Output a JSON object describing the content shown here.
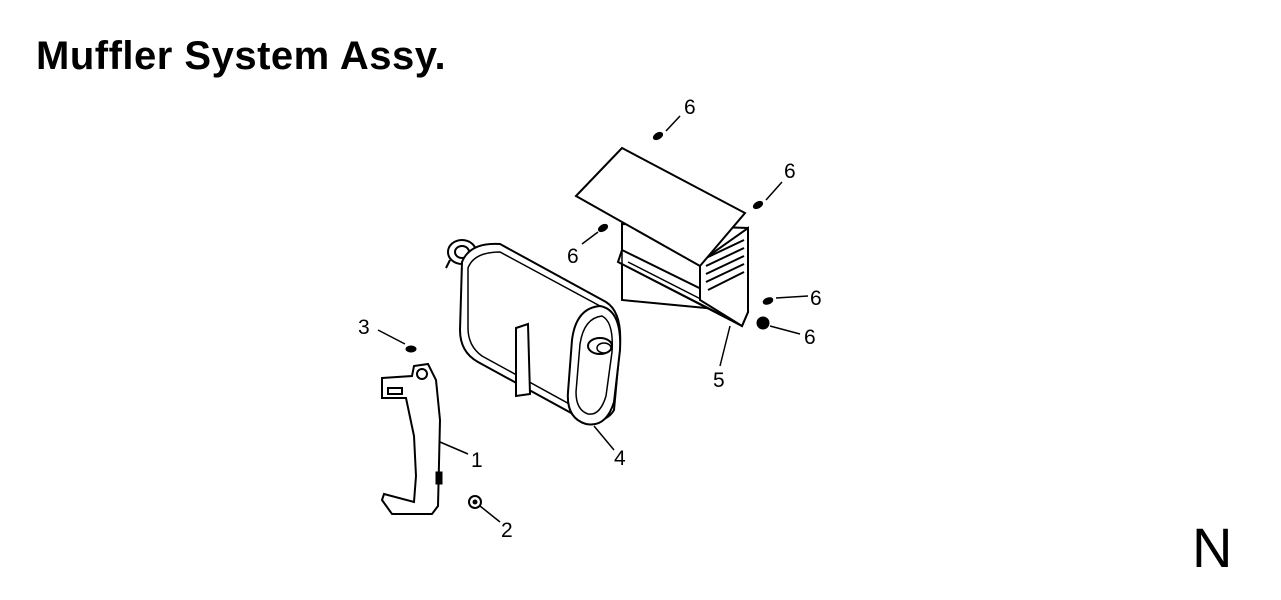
{
  "title": "Muffler System Assy.",
  "corner_letter": "N",
  "callouts": {
    "c1": "1",
    "c2": "2",
    "c3": "3",
    "c4": "4",
    "c5": "5",
    "c6_top": "6",
    "c6_upper_right": "6",
    "c6_left": "6",
    "c6_mid_right": "6",
    "c6_lower_right": "6"
  }
}
